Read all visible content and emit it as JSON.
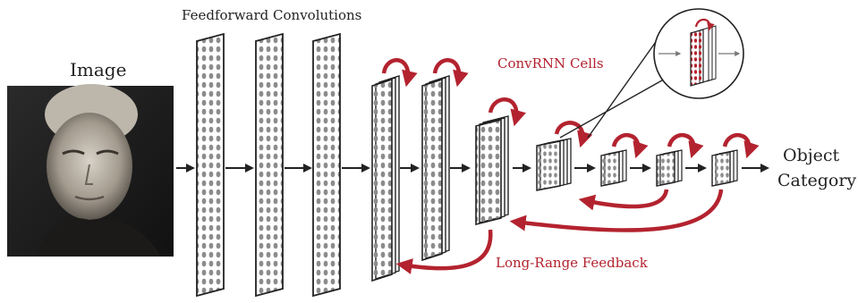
{
  "labels": {
    "feedforward": "Feedforward Convolutions",
    "image": "Image",
    "convrnn": "ConvRNN Cells",
    "long_range": "Long-Range Feedback",
    "output_line1": "Object",
    "output_line2": "Category"
  },
  "colors": {
    "accent_red": "#b3232f",
    "ink": "#222222",
    "dot": "#8c8c8c"
  },
  "icons": [
    "portrait-photo",
    "feedforward-layer",
    "convrnn-cell",
    "recurrent-arrow",
    "feedback-arrow"
  ]
}
